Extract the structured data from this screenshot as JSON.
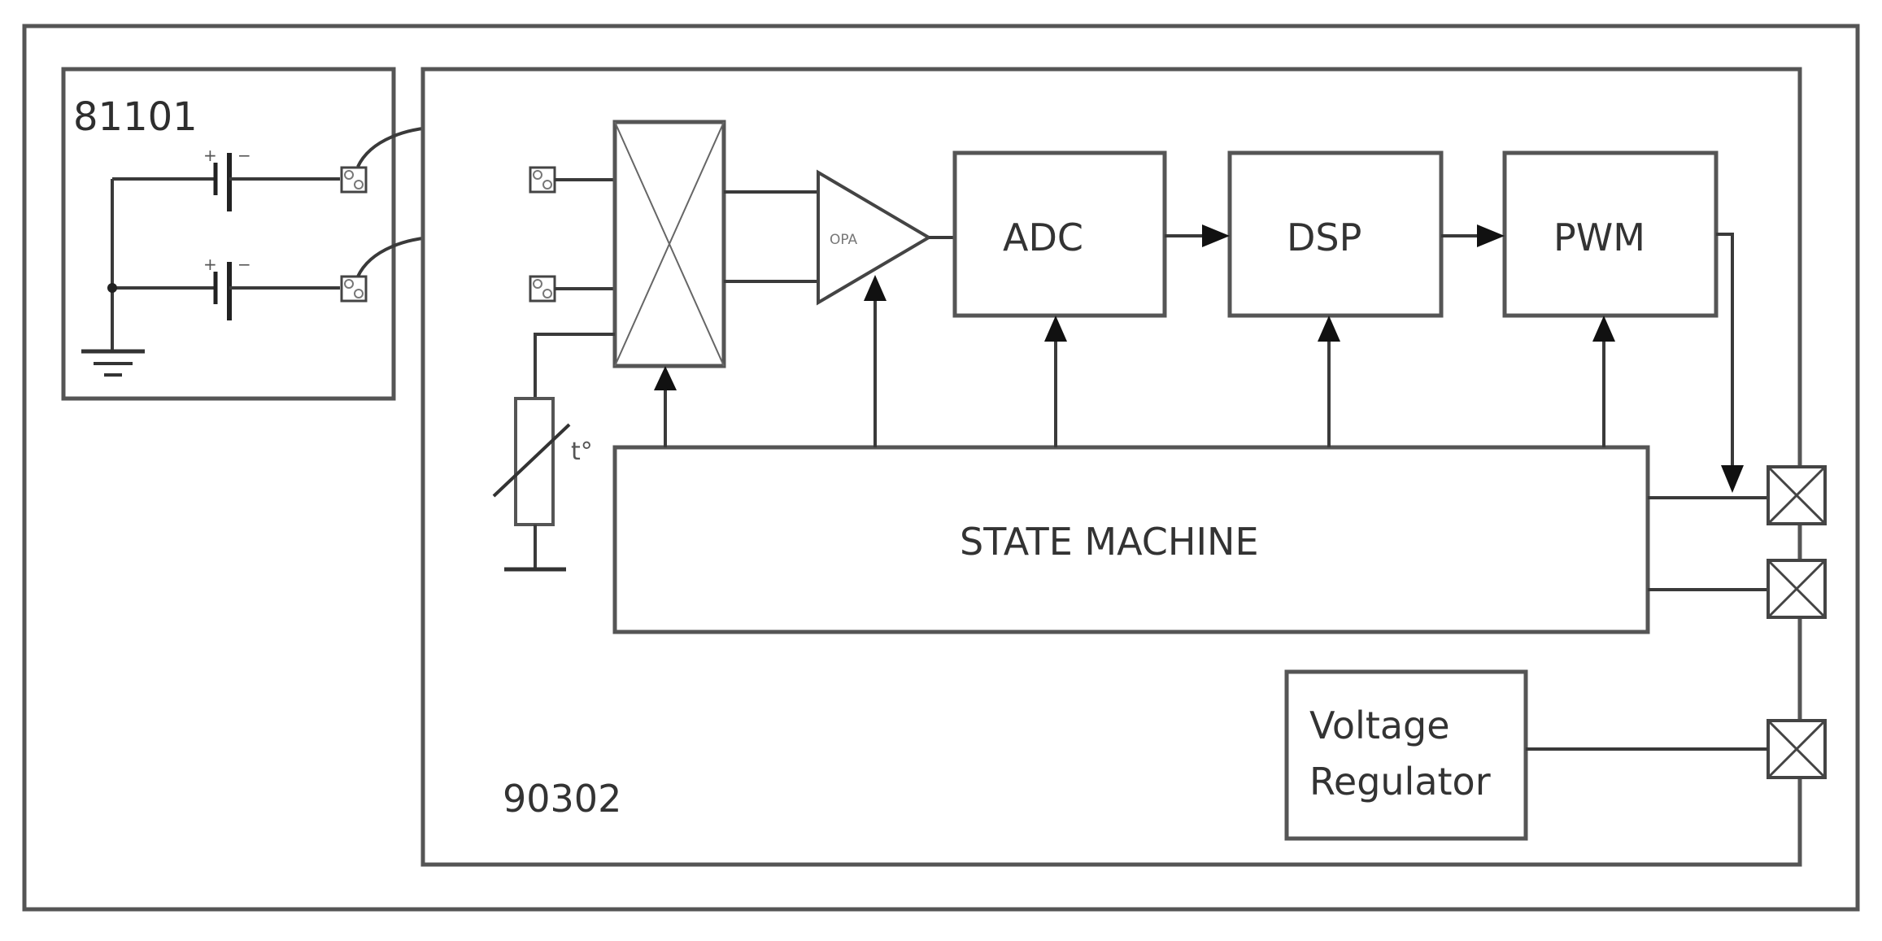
{
  "chips": {
    "external_label": "81101",
    "main_label": "90302"
  },
  "blocks": {
    "adc": "ADC",
    "dsp": "DSP",
    "pwm": "PWM",
    "state_machine": "STATE MACHINE",
    "regulator_line1": "Voltage",
    "regulator_line2": "Regulator"
  },
  "components": {
    "opamp_label": "OPA",
    "thermistor_label": "t°",
    "battery_plus": "+",
    "battery_minus": "−"
  },
  "colors": {
    "stroke": "#555555",
    "wire": "#3a3a3a",
    "arrow": "#111111",
    "background": "#ffffff"
  }
}
